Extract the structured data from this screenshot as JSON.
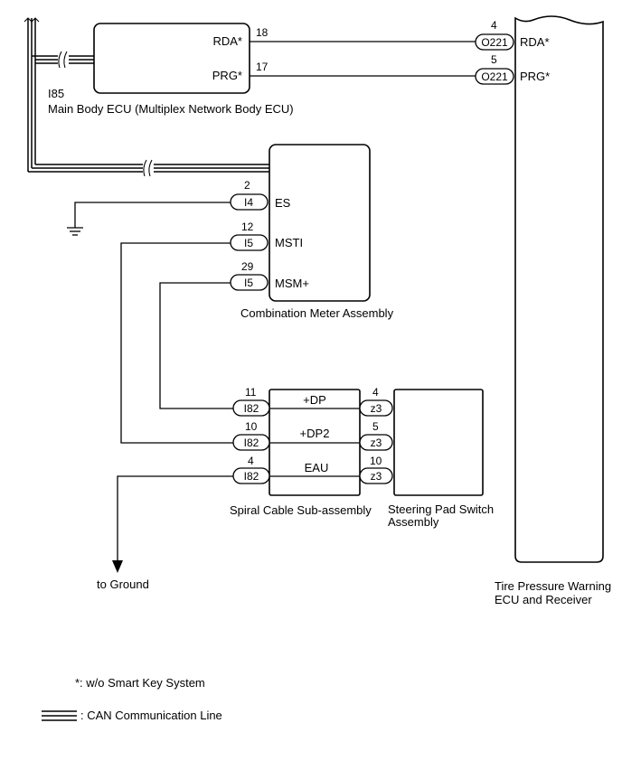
{
  "main_body_ecu": {
    "connector": "I85",
    "name": "Main Body ECU (Multiplex Network Body ECU)",
    "pins": [
      {
        "pin": "18",
        "signal": "RDA*"
      },
      {
        "pin": "17",
        "signal": "PRG*"
      }
    ]
  },
  "tpms_ecu": {
    "name_line1": "Tire Pressure Warning",
    "name_line2": "ECU and Receiver",
    "pins": [
      {
        "pin": "4",
        "connector": "O221",
        "signal": "RDA*"
      },
      {
        "pin": "5",
        "connector": "O221",
        "signal": "PRG*"
      }
    ]
  },
  "combination_meter": {
    "name": "Combination Meter Assembly",
    "pins": [
      {
        "pin": "2",
        "connector": "I4",
        "signal": "ES"
      },
      {
        "pin": "12",
        "connector": "I5",
        "signal": "MSTI"
      },
      {
        "pin": "29",
        "connector": "I5",
        "signal": "MSM+"
      }
    ]
  },
  "spiral_cable": {
    "name": "Spiral Cable Sub-assembly",
    "rows": [
      {
        "in_pin": "11",
        "in_connector": "I82",
        "signal": "+DP",
        "out_pin": "4",
        "out_connector": "z3"
      },
      {
        "in_pin": "10",
        "in_connector": "I82",
        "signal": "+DP2",
        "out_pin": "5",
        "out_connector": "z3"
      },
      {
        "in_pin": "4",
        "in_connector": "I82",
        "signal": "EAU",
        "out_pin": "10",
        "out_connector": "z3"
      }
    ]
  },
  "steering_pad": {
    "name_line1": "Steering Pad Switch",
    "name_line2": "Assembly"
  },
  "to_ground": "to Ground",
  "legend": {
    "note": "*: w/o Smart Key System",
    "can_line": ": CAN Communication Line"
  }
}
